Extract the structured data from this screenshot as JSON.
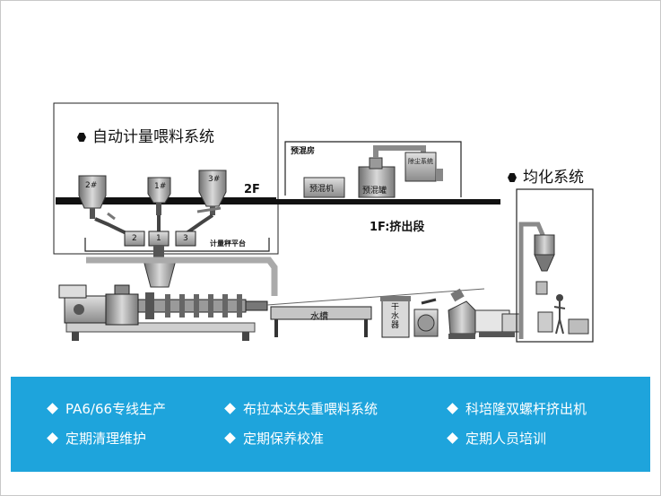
{
  "diagram": {
    "auto_feeding_title": "自动计量喂料系统",
    "homogenize_title": "均化系统",
    "floor_2f": "2F",
    "floor_1f": "1F:挤出段",
    "predry_room": "预混房",
    "premixer": "预混机",
    "premix_tank": "预混罐",
    "dust_removal": "除尘系统",
    "hopper_2": "2#",
    "hopper_1": "1#",
    "hopper_3": "3#",
    "scale_2": "2",
    "scale_1": "1",
    "scale_3": "3",
    "platform": "计量秤平台",
    "water_tank": "水槽",
    "dryer": "干水器"
  },
  "features": {
    "row1": [
      "PA6/66专线生产",
      "布拉本达失重喂料系统",
      "科培隆双螺杆挤出机"
    ],
    "row2": [
      "定期清理维护",
      "定期保养校准",
      "定期人员培训"
    ]
  },
  "colors": {
    "band": "#1ea4dc",
    "text_on_band": "#ffffff"
  }
}
